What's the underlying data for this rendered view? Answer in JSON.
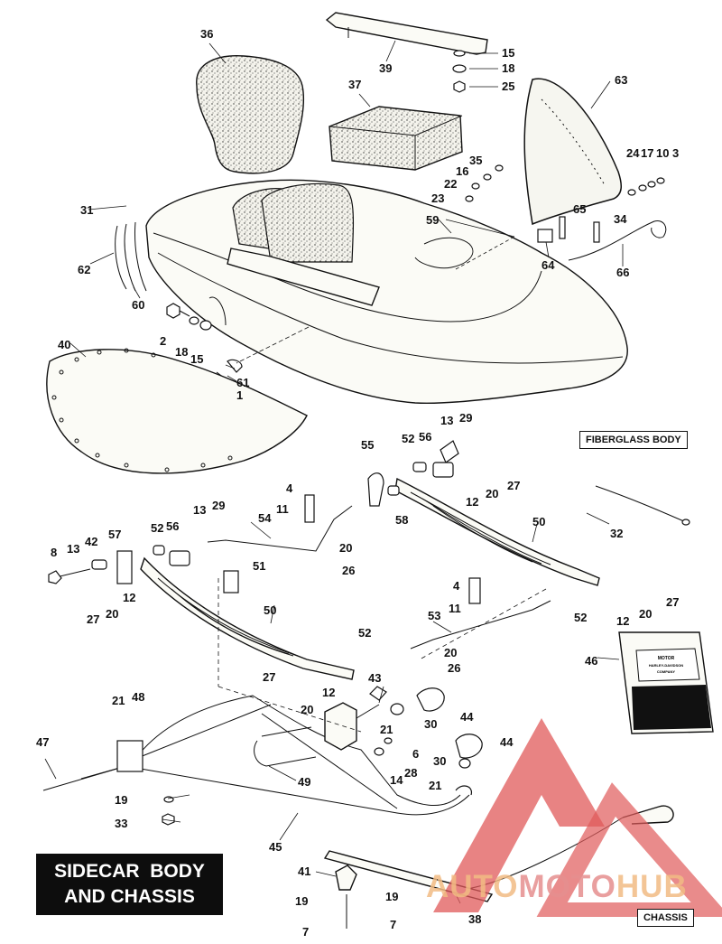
{
  "title_lines": [
    "SIDECAR  BODY",
    "AND CHASSIS"
  ],
  "section_labels": {
    "body": "FIBERGLASS BODY",
    "chassis": "CHASSIS"
  },
  "watermark": {
    "part1": "AUTO",
    "part2": "MOTO",
    "part3": "HUB",
    "color_primary": "#e05a5a",
    "color_secondary": "#f0b070"
  },
  "oil_can_logo": {
    "line1": "MOTOR",
    "line2": "HARLEY-DAVIDSON",
    "line3": "COMPANY"
  },
  "callouts": {
    "c36": "36",
    "c39": "39",
    "c15a": "15",
    "c18a": "18",
    "c25": "25",
    "c37": "37",
    "c63": "63",
    "c24": "24",
    "c17": "17",
    "c10": "10",
    "c3": "3",
    "c35": "35",
    "c16": "16",
    "c22": "22",
    "c23": "23",
    "c65": "65",
    "c34": "34",
    "c31": "31",
    "c59": "59",
    "c64": "64",
    "c66": "66",
    "c62": "62",
    "c60": "60",
    "c2": "2",
    "c18b": "18",
    "c15b": "15",
    "c40": "40",
    "c61": "61",
    "c1": "1",
    "c13a": "13",
    "c29a": "29",
    "c52a": "52",
    "c56a": "56",
    "c55": "55",
    "c12a": "12",
    "c20a": "20",
    "c27a": "27",
    "c4a": "4",
    "c11a": "11",
    "c58": "58",
    "c50a": "50",
    "c32": "32",
    "c13b": "13",
    "c29b": "29",
    "c52b": "52",
    "c56b": "56",
    "c54": "54",
    "c20b": "20",
    "c26a": "26",
    "c8": "8",
    "c13c": "13",
    "c42": "42",
    "c57": "57",
    "c51": "51",
    "c12b": "12",
    "c27b": "27",
    "c20c": "20",
    "c4b": "4",
    "c11b": "11",
    "c52c": "52",
    "c53": "53",
    "c12c": "12",
    "c20d": "20",
    "c27c": "27",
    "c20e": "20",
    "c26b": "26",
    "c50b": "50",
    "c46": "46",
    "c52d": "52",
    "c27d": "27",
    "c20f": "20",
    "c12d": "12",
    "c43": "43",
    "c21a": "21",
    "c48": "48",
    "c30a": "30",
    "c44a": "44",
    "c21b": "21",
    "c6": "6",
    "c28": "28",
    "c14": "14",
    "c44b": "44",
    "c30b": "30",
    "c21c": "21",
    "c47": "47",
    "c49": "49",
    "c19a": "19",
    "c33": "33",
    "c45": "45",
    "c41": "41",
    "c19b": "19",
    "c19c": "19",
    "c7a": "7",
    "c7b": "7",
    "c38": "38"
  }
}
